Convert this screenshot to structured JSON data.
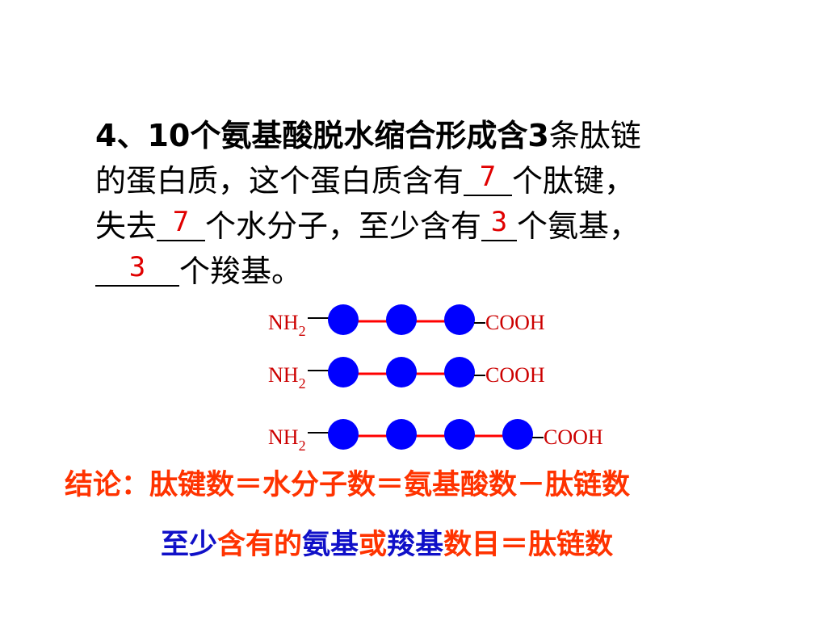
{
  "question": {
    "line1": {
      "a": "4、10个氨基酸脱水缩合形成含",
      "b": "3",
      "c": "条肽链"
    },
    "line2": {
      "a": "的蛋白质，这个蛋白质含有",
      "ans": "7",
      "b": "个肽键，"
    },
    "line3": {
      "a": "失去",
      "ans1": "7",
      "b": "个水分子，至少含有",
      "ans2": "3",
      "c": "个氨基，"
    },
    "line4": {
      "ans": "3",
      "b": "个羧基。"
    }
  },
  "diagram": {
    "nh2": "NH",
    "sub": "2",
    "cooh": "COOH",
    "chains": [
      {
        "amino_acids": 3
      },
      {
        "amino_acids": 3
      },
      {
        "amino_acids": 4
      }
    ],
    "ball_color": "#0000ff",
    "bond_color": "#ff0000",
    "label_color": "#cc0000"
  },
  "conclusion": "结论：肽键数＝水分子数＝氨基酸数－肽链数",
  "summary": {
    "p1": "至少",
    "p2": "含有的",
    "p3": "氨基",
    "p4": "或",
    "p5": "羧基",
    "p6": "数目",
    "p7": "＝肽链数"
  }
}
